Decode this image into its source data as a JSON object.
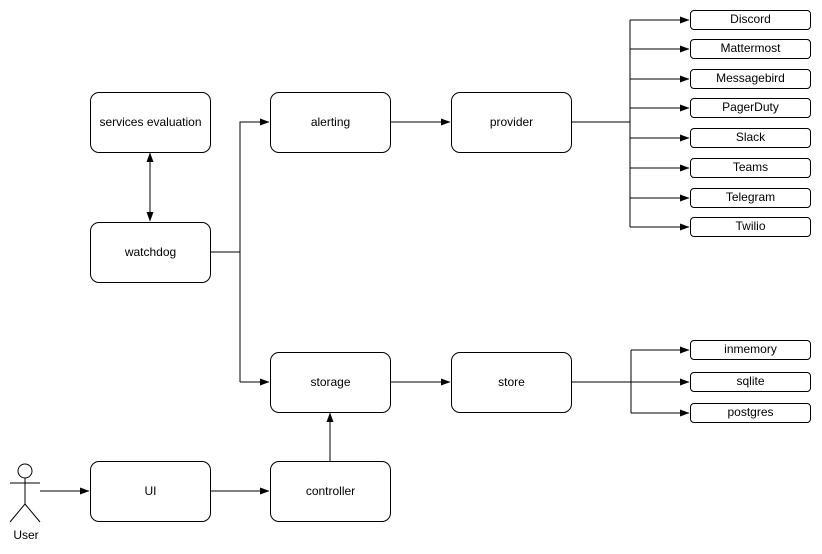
{
  "colors": {
    "background": "#ffffff",
    "node_fill": "#ffffff",
    "stroke": "#000000",
    "text": "#000000"
  },
  "nodes": {
    "services_evaluation": "services evaluation",
    "watchdog": "watchdog",
    "alerting": "alerting",
    "provider": "provider",
    "storage": "storage",
    "store": "store",
    "ui": "UI",
    "controller": "controller"
  },
  "providers": [
    "Discord",
    "Mattermost",
    "Messagebird",
    "PagerDuty",
    "Slack",
    "Teams",
    "Telegram",
    "Twilio"
  ],
  "stores": [
    "inmemory",
    "sqlite",
    "postgres"
  ],
  "actor": {
    "label": "User"
  },
  "edges": [
    {
      "from": "services_evaluation",
      "to": "watchdog",
      "direction": "bidirectional"
    },
    {
      "from": "watchdog",
      "to": "alerting",
      "direction": "forward"
    },
    {
      "from": "watchdog",
      "to": "storage",
      "direction": "forward"
    },
    {
      "from": "alerting",
      "to": "provider",
      "direction": "forward"
    },
    {
      "from": "provider",
      "to": "Discord",
      "direction": "forward"
    },
    {
      "from": "provider",
      "to": "Mattermost",
      "direction": "forward"
    },
    {
      "from": "provider",
      "to": "Messagebird",
      "direction": "forward"
    },
    {
      "from": "provider",
      "to": "PagerDuty",
      "direction": "forward"
    },
    {
      "from": "provider",
      "to": "Slack",
      "direction": "forward"
    },
    {
      "from": "provider",
      "to": "Teams",
      "direction": "forward"
    },
    {
      "from": "provider",
      "to": "Telegram",
      "direction": "forward"
    },
    {
      "from": "provider",
      "to": "Twilio",
      "direction": "forward"
    },
    {
      "from": "storage",
      "to": "store",
      "direction": "forward"
    },
    {
      "from": "store",
      "to": "inmemory",
      "direction": "forward"
    },
    {
      "from": "store",
      "to": "sqlite",
      "direction": "forward"
    },
    {
      "from": "store",
      "to": "postgres",
      "direction": "forward"
    },
    {
      "from": "User",
      "to": "ui",
      "direction": "forward"
    },
    {
      "from": "ui",
      "to": "controller",
      "direction": "forward"
    },
    {
      "from": "controller",
      "to": "storage",
      "direction": "forward"
    }
  ]
}
